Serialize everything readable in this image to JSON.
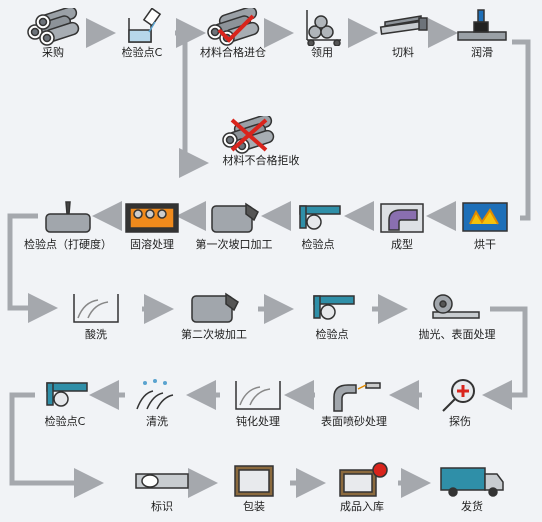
{
  "steps": [
    {
      "id": "s1",
      "label": "采购",
      "icon": "pipes-icon"
    },
    {
      "id": "s2",
      "label": "检验点C",
      "icon": "beaker-icon"
    },
    {
      "id": "s3",
      "label": "材料合格进仓",
      "icon": "pipes-check-icon"
    },
    {
      "id": "s4",
      "label": "领用",
      "icon": "trolley-icon"
    },
    {
      "id": "s5",
      "label": "切料",
      "icon": "saw-icon"
    },
    {
      "id": "s6",
      "label": "润滑",
      "icon": "brush-icon"
    },
    {
      "id": "s7",
      "label": "材料不合格拒收",
      "icon": "pipes-reject-icon"
    },
    {
      "id": "s8",
      "label": "烘干",
      "icon": "oven-icon"
    },
    {
      "id": "s9",
      "label": "成型",
      "icon": "elbow-icon"
    },
    {
      "id": "s10",
      "label": "检验点",
      "icon": "caliper-icon"
    },
    {
      "id": "s11",
      "label": "第一次坡口加工",
      "icon": "bevel-icon"
    },
    {
      "id": "s12",
      "label": "固溶处理",
      "icon": "furnace-icon"
    },
    {
      "id": "s13",
      "label": "检验点（打硬度）",
      "icon": "hardness-icon"
    },
    {
      "id": "s14",
      "label": "酸洗",
      "icon": "acid-tank-icon"
    },
    {
      "id": "s15",
      "label": "第二次坡加工",
      "icon": "bevel-icon"
    },
    {
      "id": "s16",
      "label": "检验点",
      "icon": "caliper-icon"
    },
    {
      "id": "s17",
      "label": "抛光、表面处理",
      "icon": "roller-icon"
    },
    {
      "id": "s18",
      "label": "探伤",
      "icon": "magnifier-icon"
    },
    {
      "id": "s19",
      "label": "表面喷砂处理",
      "icon": "sandblast-icon"
    },
    {
      "id": "s20",
      "label": "钝化处理",
      "icon": "tank-icon"
    },
    {
      "id": "s21",
      "label": "清洗",
      "icon": "wash-icon"
    },
    {
      "id": "s22",
      "label": "检验点C",
      "icon": "caliper-icon"
    },
    {
      "id": "s23",
      "label": "标识",
      "icon": "marking-icon"
    },
    {
      "id": "s24",
      "label": "包装",
      "icon": "package-icon"
    },
    {
      "id": "s25",
      "label": "成品入库",
      "icon": "warehouse-icon"
    },
    {
      "id": "s26",
      "label": "发货",
      "icon": "truck-icon"
    }
  ],
  "colors": {
    "arrow": "#a5a8ad",
    "background": "#f1f3f6",
    "reject": "#d9241c",
    "oven": "#1e6fb8"
  }
}
